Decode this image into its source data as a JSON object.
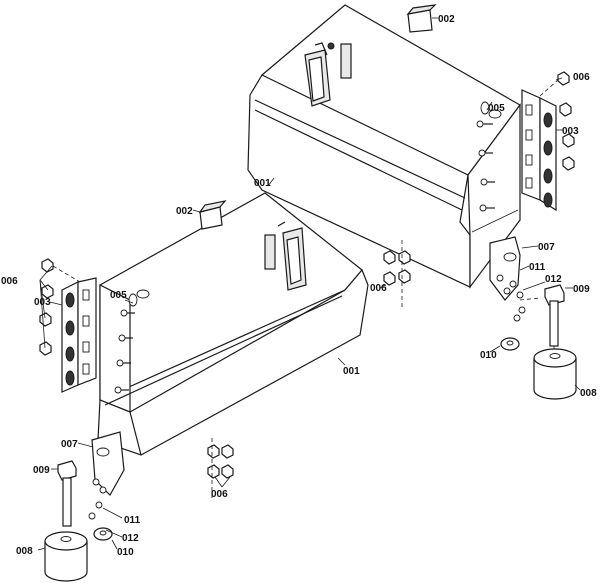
{
  "diagram": {
    "labels": {
      "l001a": "001",
      "l001b": "001",
      "l002a": "002",
      "l002b": "002",
      "l003a": "003",
      "l003b": "003",
      "l005a": "005",
      "l005b": "005",
      "l006a": "006",
      "l006b": "006",
      "l006c": "006",
      "l006d": "006",
      "l007a": "007",
      "l007b": "007",
      "l008a": "008",
      "l008b": "008",
      "l009a": "009",
      "l009b": "009",
      "l010a": "010",
      "l010b": "010",
      "l011a": "011",
      "l011b": "011",
      "l012a": "012",
      "l012b": "012"
    }
  }
}
